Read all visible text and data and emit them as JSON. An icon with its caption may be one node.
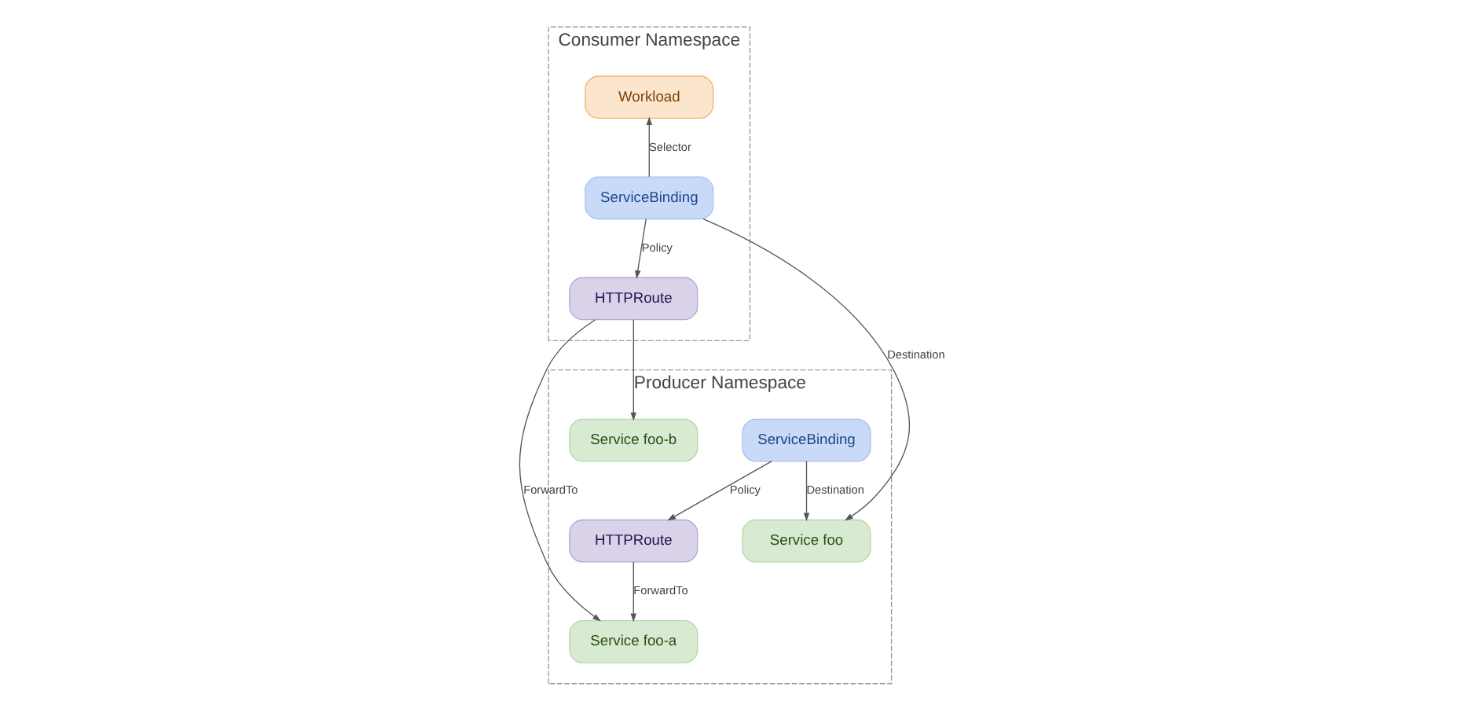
{
  "diagram": {
    "nodes": [
      {
        "text": [
          "Consumer Namespace"
        ]
      },
      {
        "text": [
          "Workload"
        ],
        "in": 0
      },
      {
        "text": [
          "ServiceBinding"
        ],
        "in": 0
      },
      {
        "text": [
          "HTTPRoute"
        ],
        "in": 0
      },
      {
        "text": [
          "Producer Namespace"
        ]
      },
      {
        "text": [
          "ServiceBinding"
        ],
        "in": 4
      },
      {
        "text": [
          "Service foo"
        ],
        "in": 4
      },
      {
        "text": [
          "HTTPRoute"
        ],
        "in": 4
      },
      {
        "text": [
          "Service foo-a"
        ],
        "in": 4
      },
      {
        "text": [
          "Service foo-b"
        ],
        "in": 4
      }
    ],
    "edges": [
      {
        "from": 2,
        "to": 1,
        "arrow": "to",
        "label": "Selector"
      },
      {
        "from": 2,
        "to": 3,
        "arrow": "to",
        "label": "Policy"
      },
      {
        "from": 2,
        "to": 6,
        "arrow": "to",
        "label": "Destination"
      },
      {
        "from": 5,
        "to": 6,
        "arrow": "to",
        "label": "Destination"
      },
      {
        "from": 5,
        "to": 7,
        "arrow": "to",
        "label": "Policy"
      },
      {
        "from": 7,
        "to": 8,
        "arrow": "to",
        "label": "ForwardTo"
      },
      {
        "from": 3,
        "to": 8,
        "arrow": "to",
        "label": "ForwardTo"
      },
      {
        "from": 3,
        "to": 9,
        "arrow": "to"
      }
    ]
  }
}
